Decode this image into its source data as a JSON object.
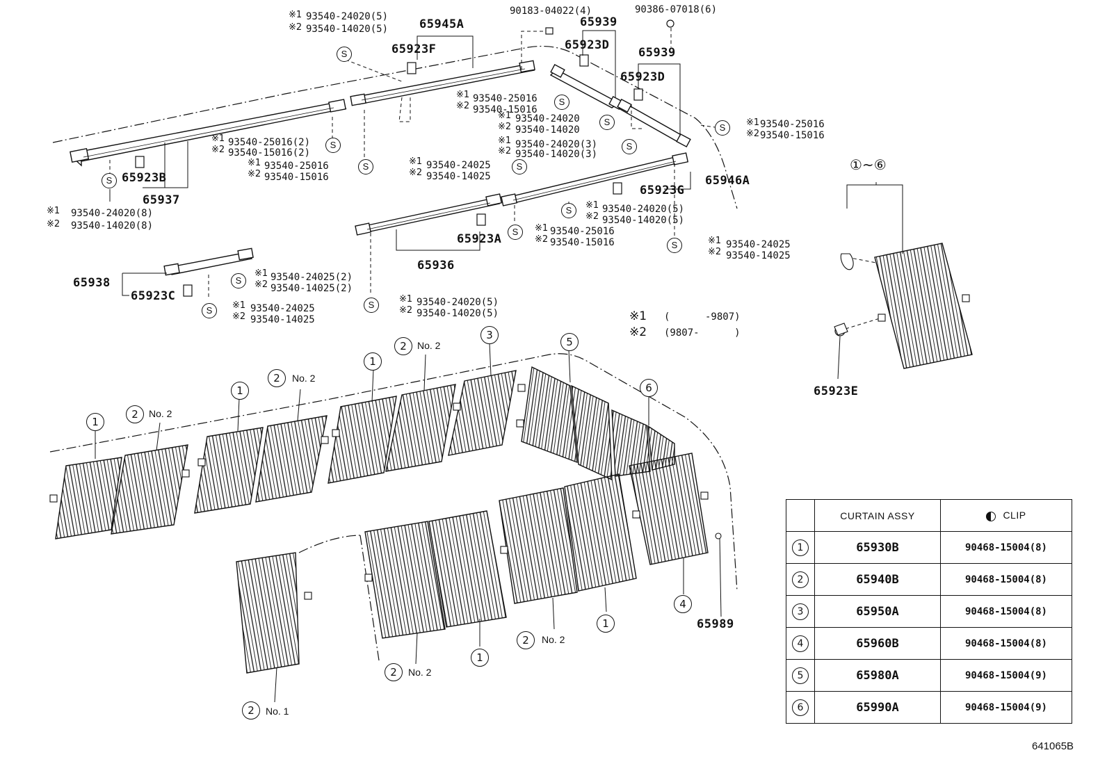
{
  "diagram_id": "641065B",
  "notes": {
    "n1_mark": "※1",
    "n1_text": "(      -9807)",
    "n2_mark": "※2",
    "n2_text": "(9807-      )"
  },
  "rails": {
    "r65945A": "65945A",
    "r65923F": "65923F",
    "top_bolt": "90183-04022(4)",
    "top_screw": "90386-07018(6)",
    "r65939a": "65939",
    "r65923Da": "65923D",
    "r65939b": "65939",
    "r65923Db": "65923D",
    "r65923B": "65923B",
    "r65937": "65937",
    "r65946A": "65946A",
    "r65923G": "65923G",
    "r65936": "65936",
    "r65923A": "65923A",
    "r65938": "65938",
    "r65923C": "65923C",
    "r65923E": "65923E",
    "r65989": "65989"
  },
  "screws": {
    "s1a": "93540-24020(5)",
    "s1b": "93540-14020(5)",
    "s2a": "93540-25016",
    "s2b": "93540-15016",
    "s3a": "93540-24020",
    "s3b": "93540-14020",
    "s4a": "93540-24020(3)",
    "s4b": "93540-14020(3)",
    "s5a": "93540-25016",
    "s5b": "93540-15016",
    "s6a": "93540-25016(2)",
    "s6b": "93540-15016(2)",
    "s7a": "93540-25016",
    "s7b": "93540-15016",
    "s8a": "93540-24025",
    "s8b": "93540-14025",
    "s9a": "93540-24020(8)",
    "s9b": "93540-14020(8)",
    "s10a": "93540-24020(5)",
    "s10b": "93540-14020(5)",
    "s11a": "93540-25016",
    "s11b": "93540-15016",
    "s12a": "93540-24025",
    "s12b": "93540-14025",
    "s13a": "93540-24025(2)",
    "s13b": "93540-14025(2)",
    "s14a": "93540-24025",
    "s14b": "93540-14025",
    "s15a": "93540-24020(5)",
    "s15b": "93540-14020(5)"
  },
  "markers": {
    "m1": "※1",
    "m2": "※2",
    "s": "S",
    "no1": "No. 1",
    "no2": "No. 2",
    "range": "①~⑥"
  },
  "legend": {
    "header_assy": "CURTAIN ASSY",
    "header_clip": "CLIP",
    "rows": [
      {
        "num": "1",
        "assy": "65930B",
        "clip": "90468-15004(8)"
      },
      {
        "num": "2",
        "assy": "65940B",
        "clip": "90468-15004(8)"
      },
      {
        "num": "3",
        "assy": "65950A",
        "clip": "90468-15004(8)"
      },
      {
        "num": "4",
        "assy": "65960B",
        "clip": "90468-15004(8)"
      },
      {
        "num": "5",
        "assy": "65980A",
        "clip": "90468-15004(9)"
      },
      {
        "num": "6",
        "assy": "65990A",
        "clip": "90468-15004(9)"
      }
    ]
  }
}
